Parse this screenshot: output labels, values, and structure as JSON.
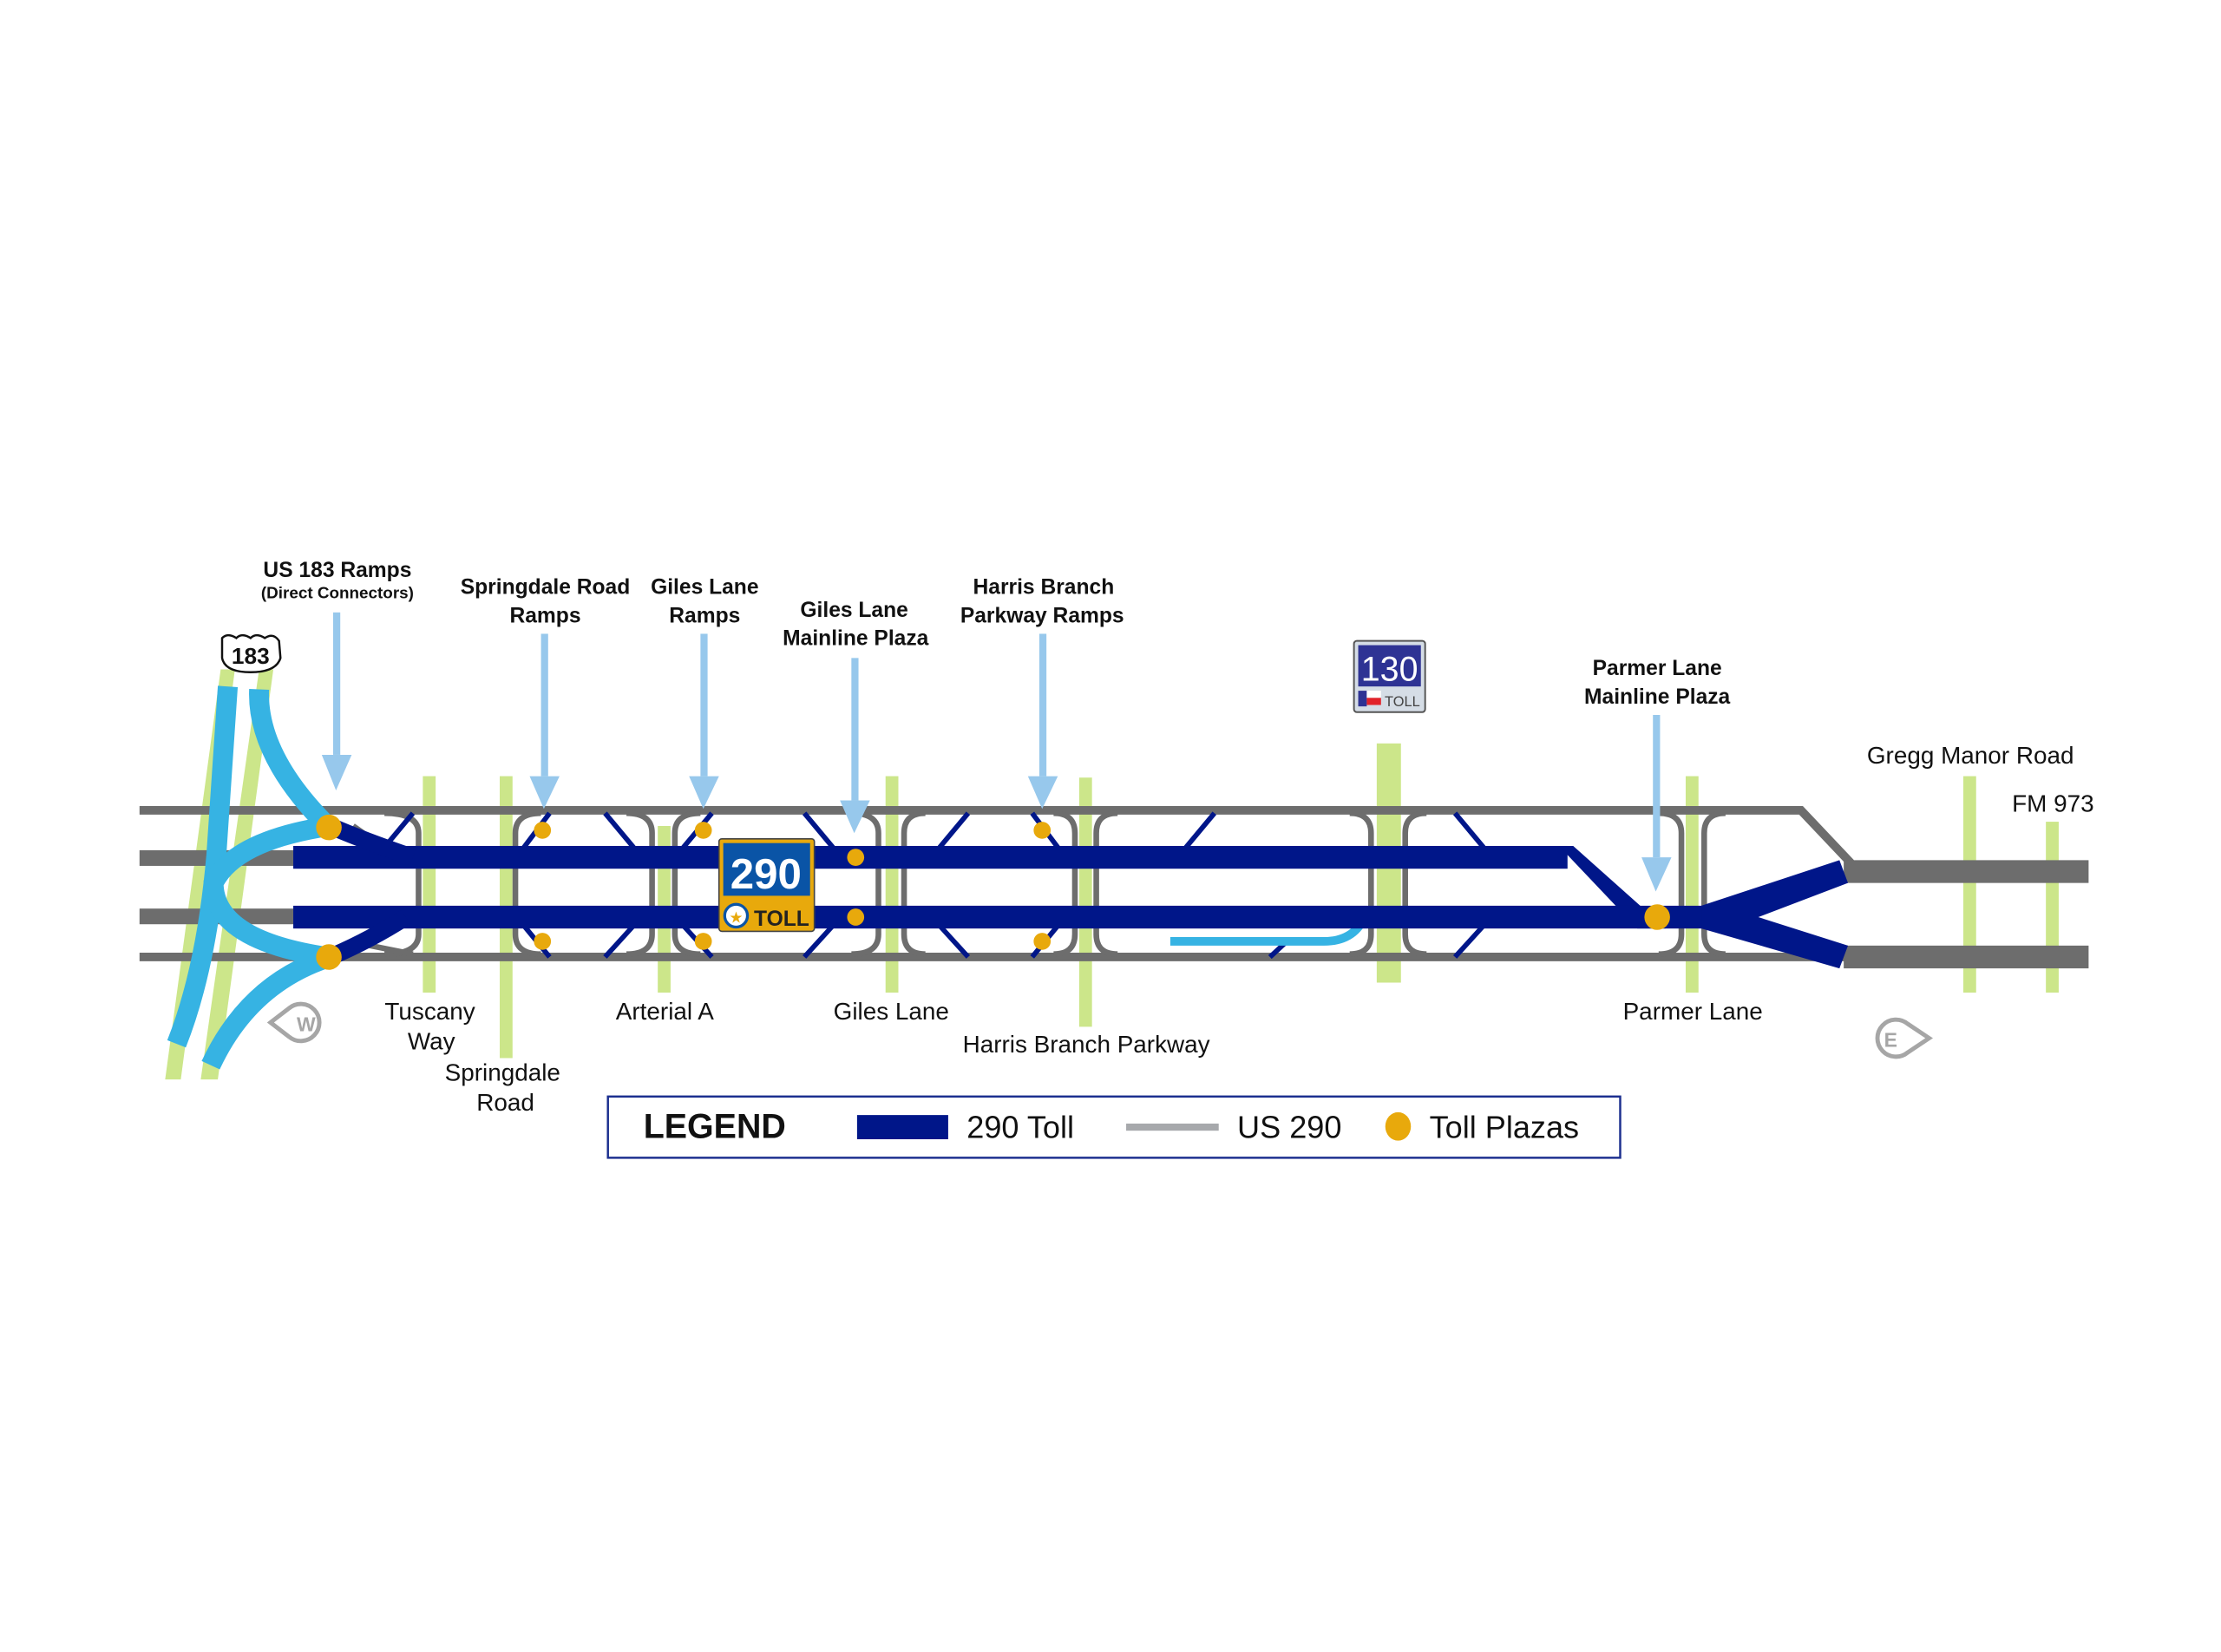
{
  "colors": {
    "toll_290": "#001689",
    "us_290": "#6d6d6d",
    "toll_plaza": "#e8a90c",
    "cross_street": "#cce68a",
    "ramp_blue": "#36b3e3",
    "callout_arrow": "#97c8ec",
    "legend_border": "#1c2f8f"
  },
  "shields": {
    "us183": {
      "number": "183"
    },
    "toll290": {
      "number": "290",
      "label": "TOLL"
    },
    "sh130": {
      "number": "130",
      "label": "TOLL"
    }
  },
  "callouts": [
    {
      "line1": "US 183 Ramps",
      "line2": "(Direct Connectors)"
    },
    {
      "line1": "Springdale Road",
      "line2": "Ramps"
    },
    {
      "line1": "Giles Lane",
      "line2": "Ramps"
    },
    {
      "line1": "Giles Lane",
      "line2": "Mainline Plaza"
    },
    {
      "line1": "Harris Branch",
      "line2": "Parkway Ramps"
    },
    {
      "line1": "Parmer Lane",
      "line2": "Mainline Plaza"
    }
  ],
  "cross_streets": [
    {
      "line1": "Tuscany",
      "line2": "Way"
    },
    {
      "line1": "Springdale",
      "line2": "Road"
    },
    {
      "line1": "Arterial A"
    },
    {
      "line1": "Giles Lane"
    },
    {
      "line1": "Harris Branch Parkway"
    },
    {
      "line1": "Parmer Lane"
    },
    {
      "line1": "Gregg Manor Road"
    },
    {
      "line1": "FM 973"
    }
  ],
  "directions": {
    "west": "W",
    "east": "E"
  },
  "legend": {
    "title": "LEGEND",
    "items": [
      {
        "label": "290 Toll"
      },
      {
        "label": "US 290"
      },
      {
        "label": "Toll Plazas"
      }
    ]
  }
}
